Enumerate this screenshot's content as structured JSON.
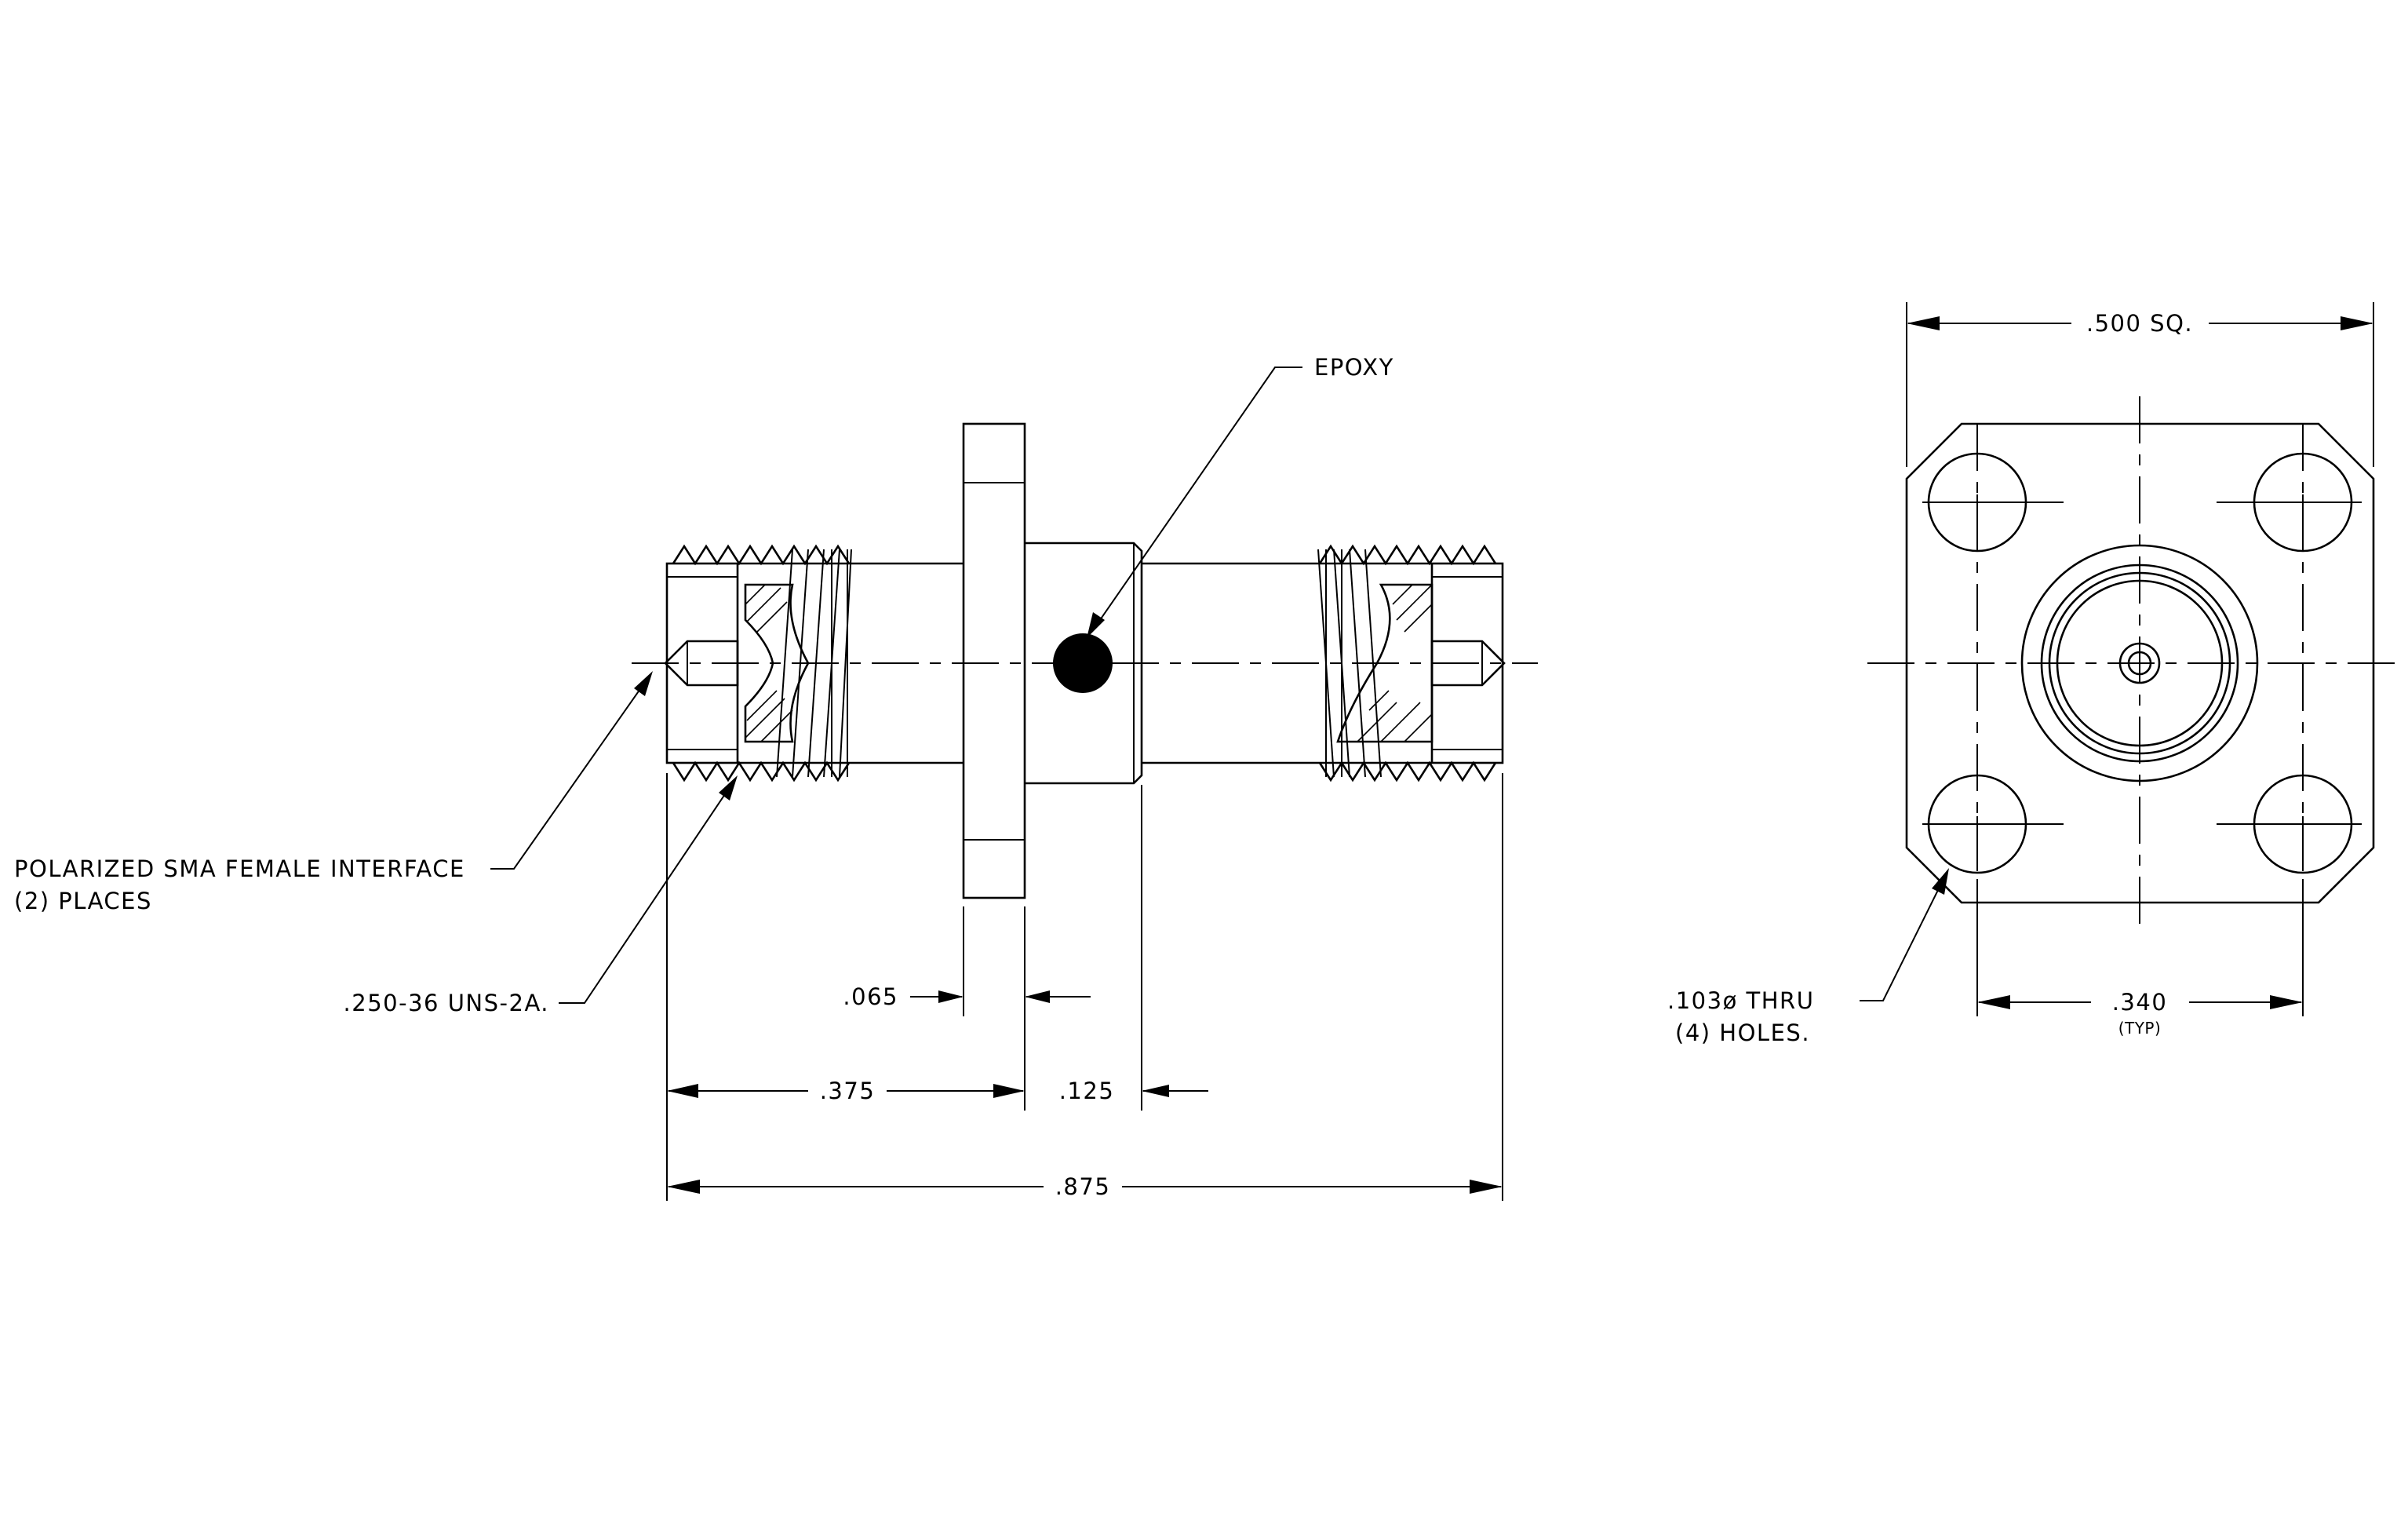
{
  "callouts": {
    "epoxy": "EPOXY",
    "interface_line1": "POLARIZED SMA FEMALE INTERFACE",
    "interface_line2": "(2)  PLACES",
    "thread": ".250-36 UNS-2A.",
    "holes_line1": ".103ø THRU",
    "holes_line2": "(4) HOLES."
  },
  "dimensions": {
    "flange_thickness": ".065",
    "to_flange": ".375",
    "body_step": ".125",
    "overall_length": ".875",
    "square_size": ".500 SQ.",
    "hole_spacing": ".340",
    "hole_spacing_note": "(TYP)"
  },
  "colors": {
    "line": "#000000",
    "background": "#ffffff"
  }
}
